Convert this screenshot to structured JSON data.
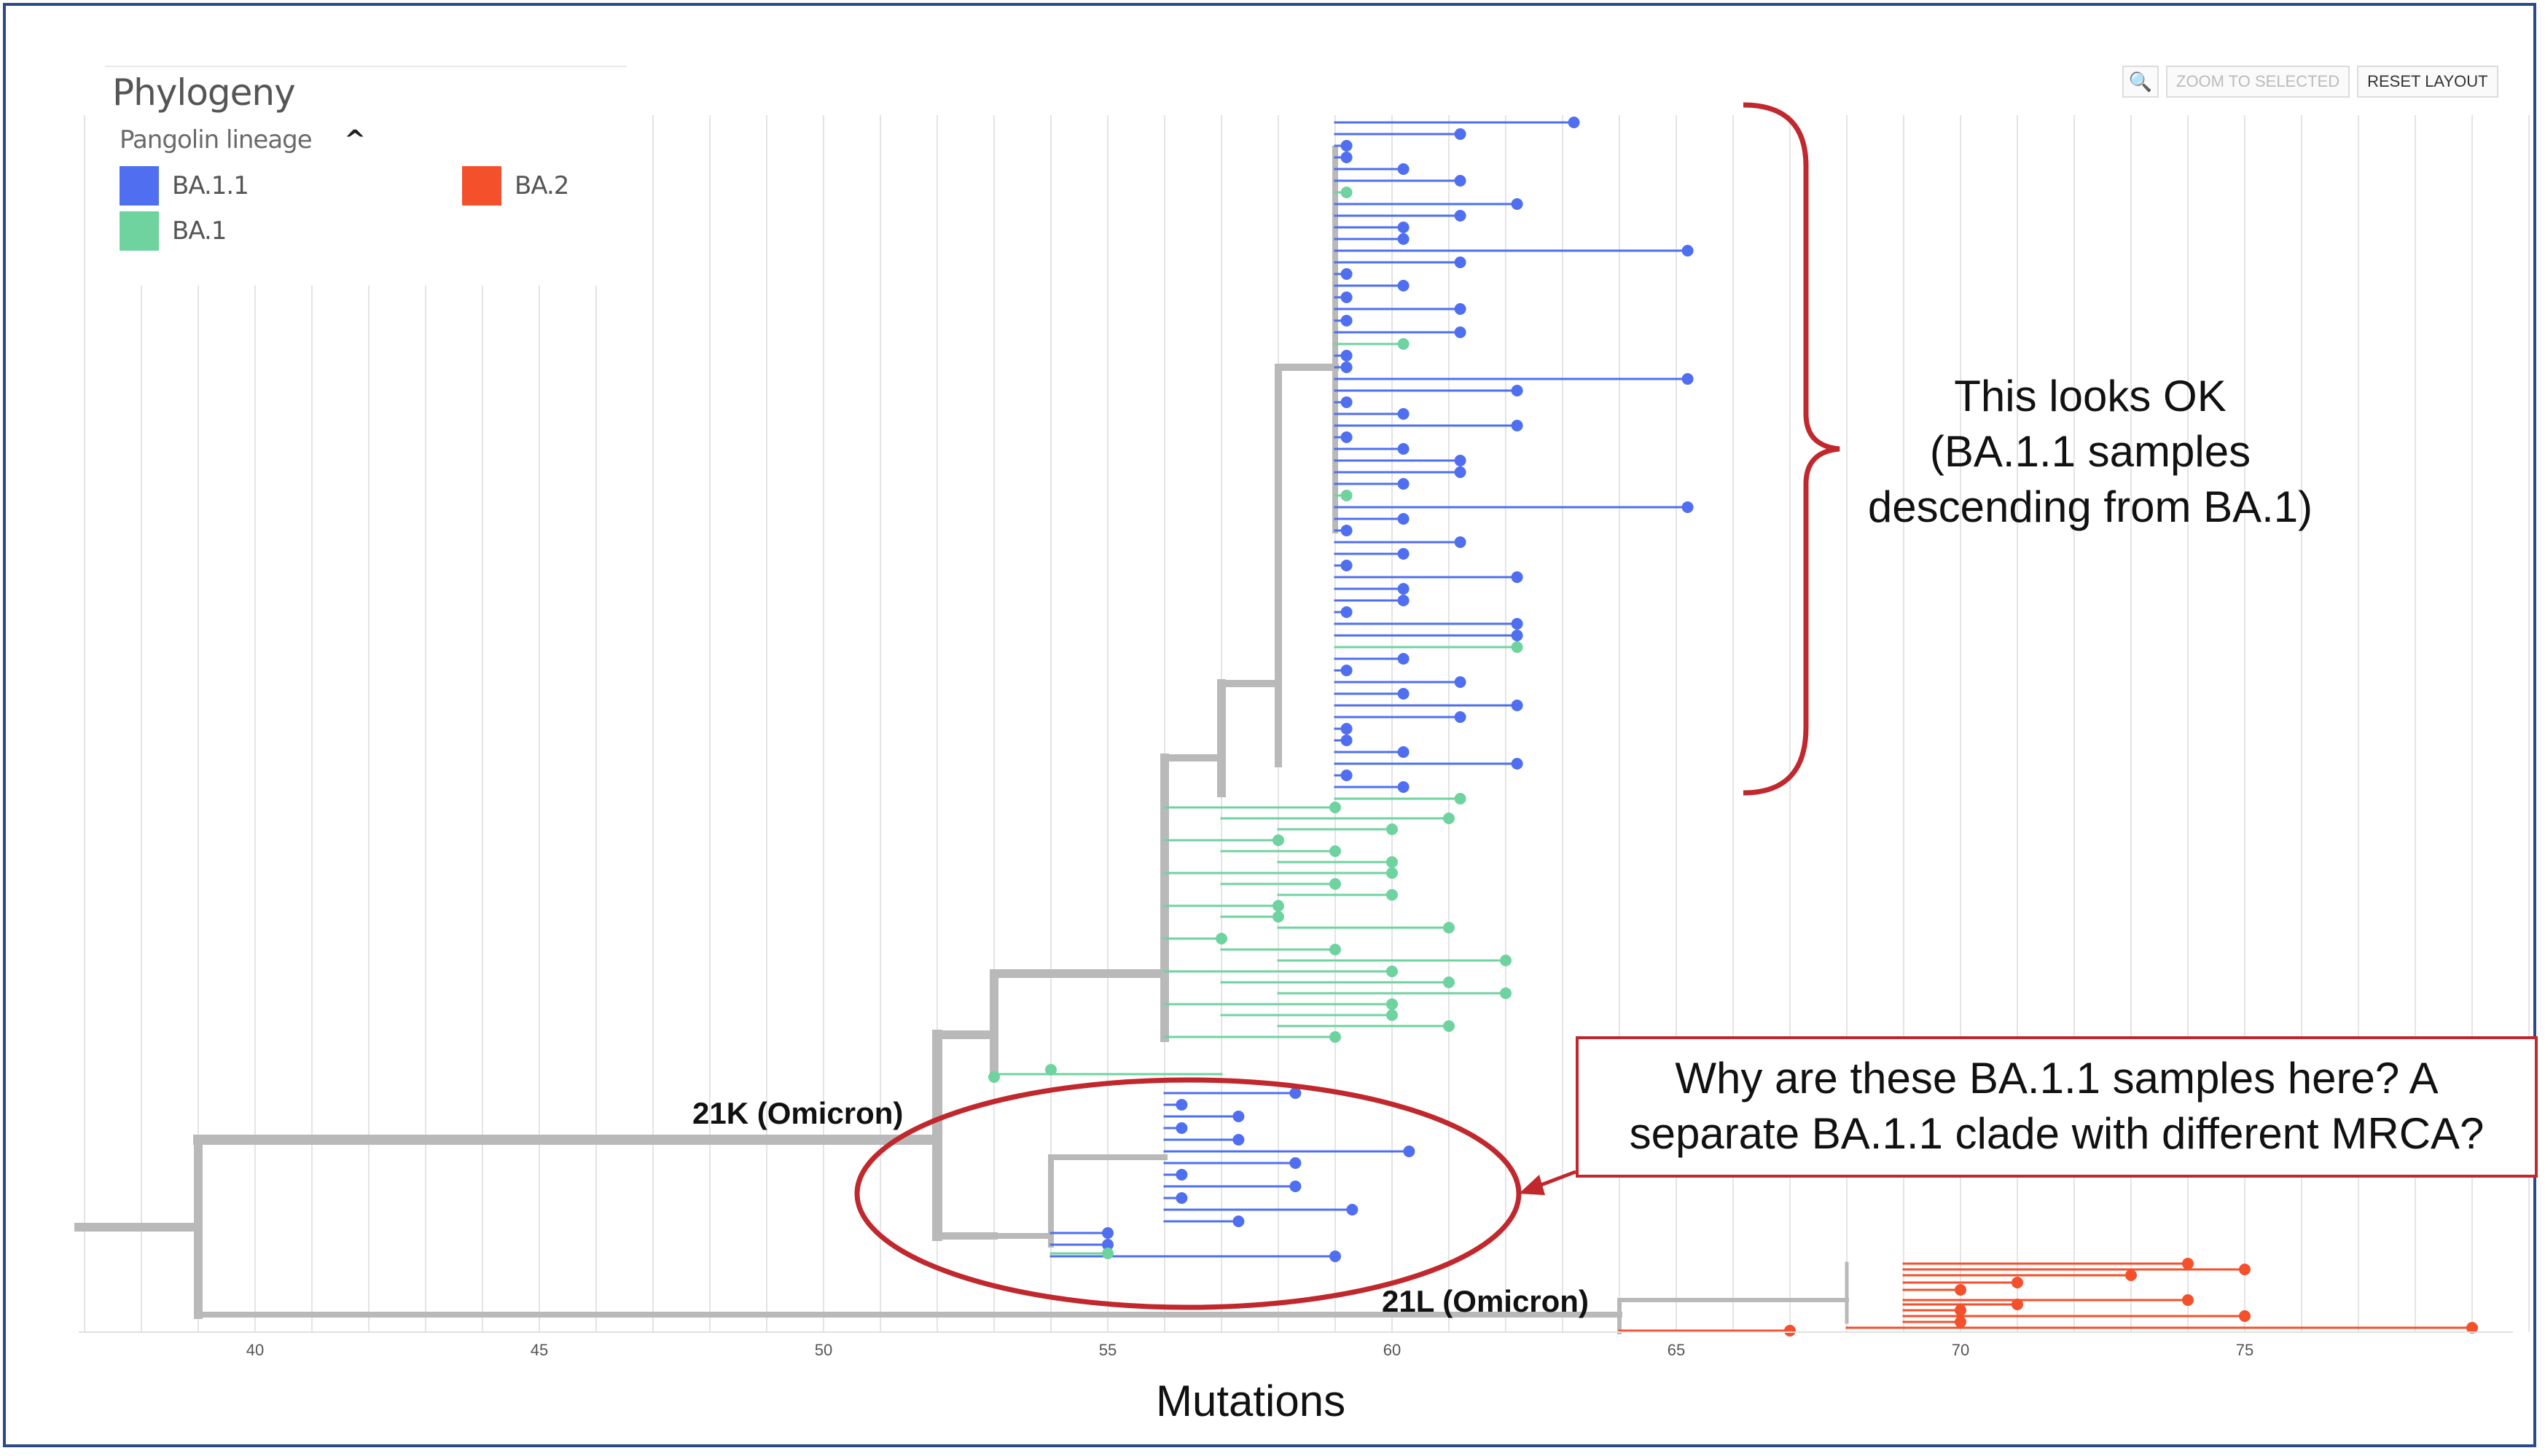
{
  "panel": {
    "title": "Phylogeny",
    "color_by_label": "Pangolin lineage"
  },
  "legend": [
    {
      "label": "BA.1.1",
      "color": "#4f6ff0"
    },
    {
      "label": "BA.2",
      "color": "#f4502c"
    },
    {
      "label": "BA.1",
      "color": "#6fd3a0"
    }
  ],
  "toolbar": {
    "zoom_icon": "magnifier-icon",
    "zoom_selected_label": "ZOOM TO SELECTED",
    "reset_layout_label": "RESET LAYOUT"
  },
  "axis": {
    "title": "Mutations",
    "min": 37,
    "max": 80,
    "ticks": [
      40,
      45,
      50,
      55,
      60,
      65,
      70,
      75
    ]
  },
  "clade_labels": {
    "k": "21K (Omicron)",
    "l": "21L (Omicron)"
  },
  "annotations": {
    "ok_lines": [
      "This looks OK",
      "(BA.1.1 samples",
      "descending from BA.1)"
    ],
    "question_lines": [
      "Why are these BA.1.1 samples here? A",
      "separate BA.1.1 clade with different MRCA?"
    ]
  },
  "colors": {
    "branch": "#b9b9b9",
    "ba11": "#4f6ff0",
    "ba1": "#6fd3a0",
    "ba2": "#f4502c",
    "annotation": "#c0282d"
  }
}
